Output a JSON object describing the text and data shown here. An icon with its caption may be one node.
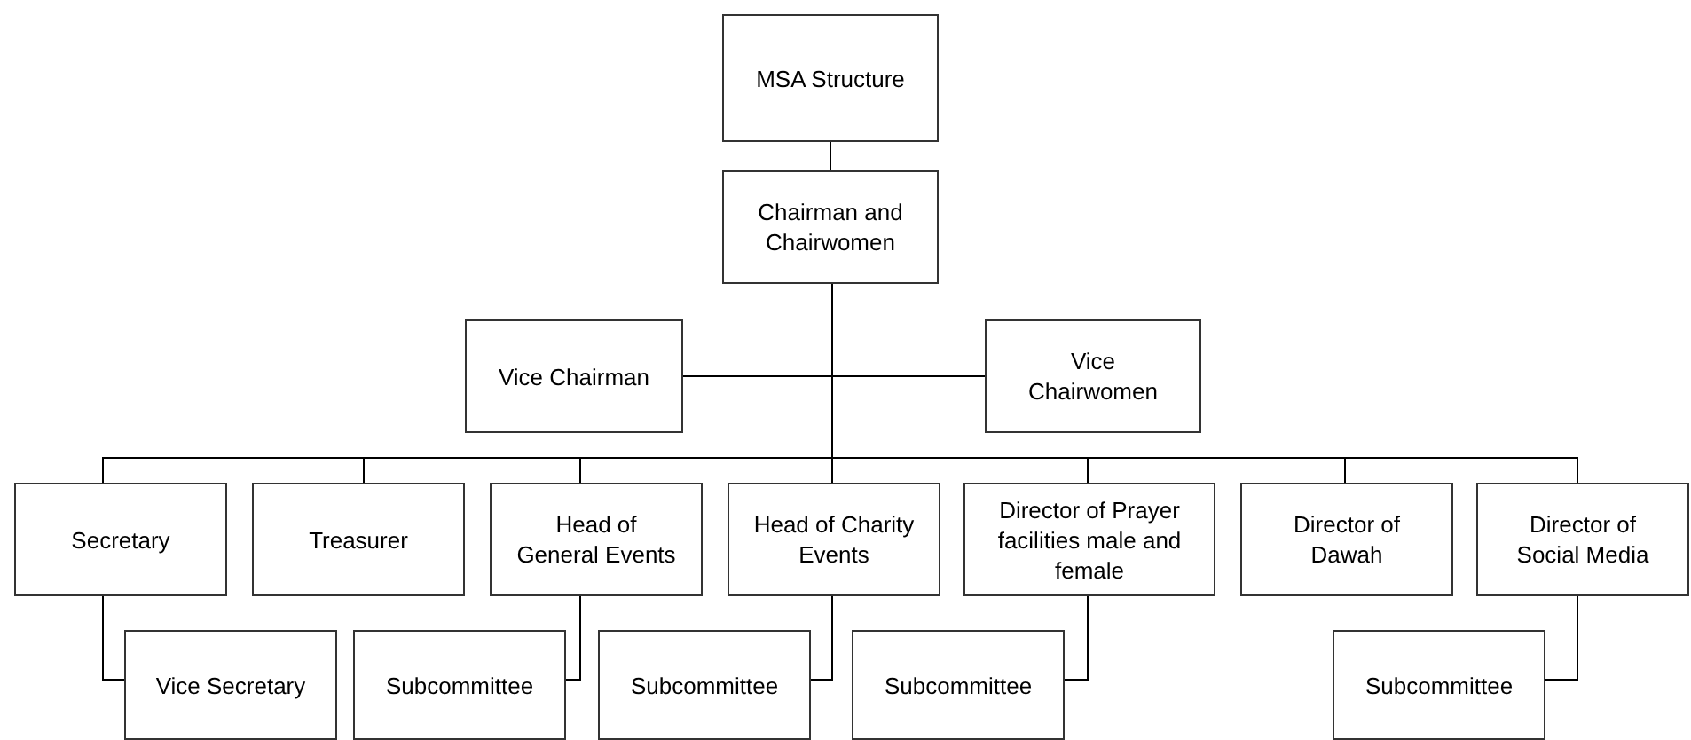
{
  "diagram": {
    "nodes": [
      {
        "text": [
          "MSA Structure"
        ]
      },
      {
        "text": [
          "Chairman and Chairwomen"
        ]
      },
      {
        "text": [
          "Vice Chairman"
        ]
      },
      {
        "text": [
          "Vice Chairwomen"
        ]
      },
      {
        "text": [
          "Secretary"
        ]
      },
      {
        "text": [
          "Treasurer"
        ]
      },
      {
        "text": [
          "Head of General Events"
        ]
      },
      {
        "text": [
          "Head of Charity Events"
        ]
      },
      {
        "text": [
          "Director of Prayer facilities male and female"
        ]
      },
      {
        "text": [
          "Director of Dawah"
        ]
      },
      {
        "text": [
          "Director of Social Media"
        ]
      },
      {
        "text": [
          "Vice Secretary"
        ]
      },
      {
        "text": [
          "Subcommittee"
        ]
      },
      {
        "text": [
          "Subcommittee"
        ]
      },
      {
        "text": [
          "Subcommittee"
        ]
      },
      {
        "text": [
          "Subcommittee"
        ]
      }
    ],
    "edges": [
      {
        "from": 0,
        "to": 1,
        "arrow": "none"
      },
      {
        "from": 1,
        "to": 2,
        "arrow": "none"
      },
      {
        "from": 1,
        "to": 3,
        "arrow": "none"
      },
      {
        "from": 1,
        "to": 4,
        "arrow": "none"
      },
      {
        "from": 1,
        "to": 5,
        "arrow": "none"
      },
      {
        "from": 1,
        "to": 6,
        "arrow": "none"
      },
      {
        "from": 1,
        "to": 7,
        "arrow": "none"
      },
      {
        "from": 1,
        "to": 8,
        "arrow": "none"
      },
      {
        "from": 1,
        "to": 9,
        "arrow": "none"
      },
      {
        "from": 1,
        "to": 10,
        "arrow": "none"
      },
      {
        "from": 4,
        "to": 11,
        "arrow": "none"
      },
      {
        "from": 6,
        "to": 12,
        "arrow": "none"
      },
      {
        "from": 7,
        "to": 13,
        "arrow": "none"
      },
      {
        "from": 8,
        "to": 14,
        "arrow": "none"
      },
      {
        "from": 10,
        "to": 15,
        "arrow": "none"
      }
    ]
  }
}
